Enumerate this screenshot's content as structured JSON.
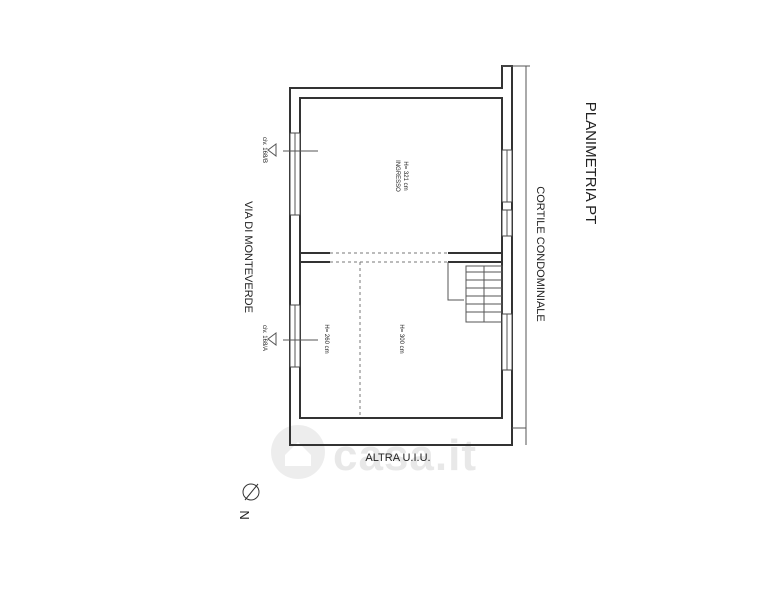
{
  "title": "PLANIMETRIA PT",
  "streets": {
    "left": "VIA DI MONTEVERDE",
    "right": "CORTILE CONDOMINIALE",
    "bottom": "ALTRA U.I.U."
  },
  "rooms": {
    "top": {
      "name": "INGRESSO",
      "height": "H= 321 cm"
    },
    "bottom_left": {
      "height": "H= 260 cm"
    },
    "bottom_right": {
      "height": "H= 300 cm"
    }
  },
  "civic_numbers": {
    "top": "civ. 168/B",
    "bottom": "civ. 168/A"
  },
  "north_label": "N",
  "watermark": "casa.it"
}
